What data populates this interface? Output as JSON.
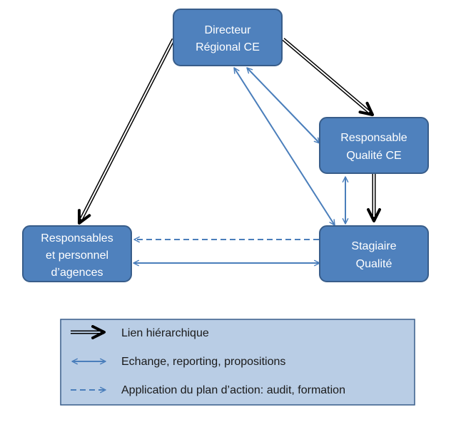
{
  "nodes": {
    "directeur": {
      "lines": [
        "Directeur",
        "Régional CE"
      ]
    },
    "responsable_qualite": {
      "lines": [
        "Responsable",
        "Qualité CE"
      ]
    },
    "responsables_agences": {
      "lines": [
        "Responsables",
        "et personnel",
        "d’agences"
      ]
    },
    "stagiaire": {
      "lines": [
        "Stagiaire",
        "Qualité"
      ]
    }
  },
  "legend": {
    "hierarchique": "Lien hiérarchique",
    "echange": "Echange, reporting, propositions",
    "application": "Application du plan d’action: audit, formation"
  },
  "colors": {
    "box_fill": "#4f81bd",
    "box_stroke": "#385d8a",
    "link_blue": "#4a7ebb",
    "hierarchy_black": "#000000",
    "legend_fill": "#b9cde5",
    "legend_stroke": "#385d8a"
  }
}
